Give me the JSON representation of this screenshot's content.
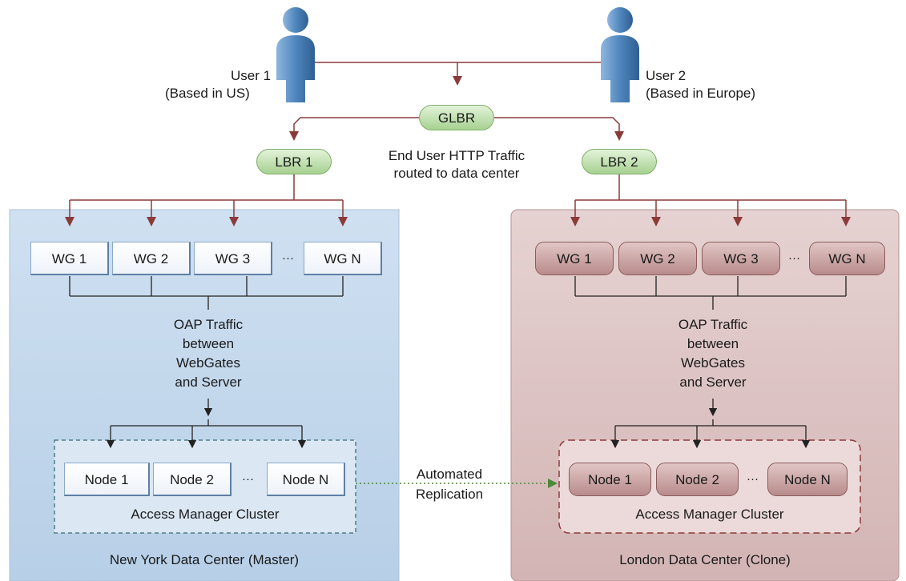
{
  "users": {
    "user1": {
      "name": "User 1",
      "location": "(Based in US)"
    },
    "user2": {
      "name": "User 2",
      "location": "(Based in Europe)"
    }
  },
  "glbr": "GLBR",
  "lbr1": "LBR 1",
  "lbr2": "LBR 2",
  "traffic_note": {
    "line1": "End User HTTP Traffic",
    "line2": "routed to data center"
  },
  "ellipsis": "···",
  "new_york": {
    "title": "New York Data Center (Master)",
    "webgates": [
      "WG 1",
      "WG 2",
      "WG 3",
      "WG N"
    ],
    "oap_traffic": [
      "OAP Traffic",
      "between",
      "WebGates",
      "and Server"
    ],
    "nodes": [
      "Node 1",
      "Node 2",
      "Node N"
    ],
    "cluster_label": "Access Manager Cluster"
  },
  "london": {
    "title": "London Data Center (Clone)",
    "webgates": [
      "WG 1",
      "WG 2",
      "WG 3",
      "WG N"
    ],
    "oap_traffic": [
      "OAP Traffic",
      "between",
      "WebGates",
      "and Server"
    ],
    "nodes": [
      "Node 1",
      "Node 2",
      "Node N"
    ],
    "cluster_label": "Access Manager Cluster"
  },
  "replication": {
    "line1": "Automated",
    "line2": "Replication"
  },
  "colors": {
    "ny_panel": "#c4d8ec",
    "london_panel": "#d8bcbc",
    "lb_green": "#a7d191",
    "connector": "#8b3a3a",
    "user_blue": "#4f86bd"
  }
}
